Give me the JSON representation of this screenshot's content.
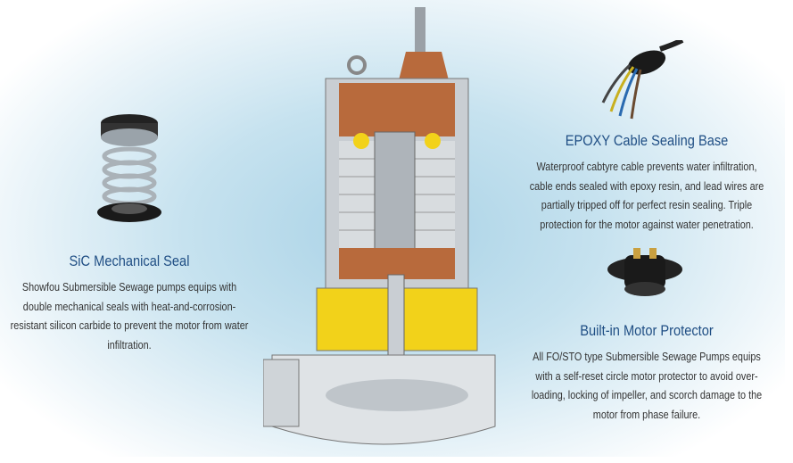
{
  "features": [
    {
      "title": "SiC Mechanical Seal",
      "body": "Showfou Submersible Sewage pumps equips with double mechanical seals with heat-and-corrosion-resistant silicon carbide to prevent the motor from water infiltration.",
      "icon": "mechanical-seal-photo"
    },
    {
      "title": "EPOXY Cable Sealing Base",
      "body": "Waterproof cabtyre cable prevents water infiltration, cable ends sealed with epoxy resin, and lead wires are partially tripped off for perfect resin sealing. Triple protection for the motor against water penetration.",
      "icon": "cable-base-photo"
    },
    {
      "title": "Built-in Motor Protector",
      "body": "All FO/STO type Submersible Sewage Pumps equips with a self-reset circle motor protector to avoid over-loading, locking of impeller, and scorch damage to the motor from phase failure.",
      "icon": "motor-protector-photo"
    }
  ],
  "colors": {
    "title": "#1f4e84",
    "body": "#333333",
    "copper": "#b86a3c",
    "yellow": "#f2d21a",
    "steel": "#c9ced3"
  }
}
